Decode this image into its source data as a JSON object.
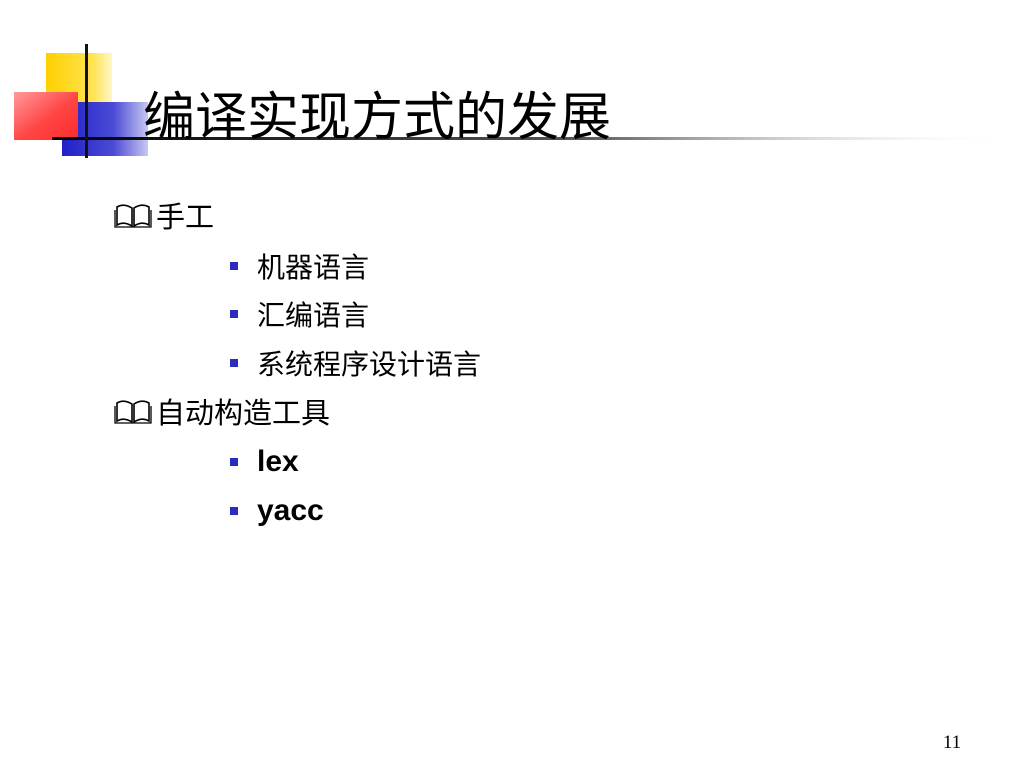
{
  "slide": {
    "title": "编译实现方式的发展",
    "page_number": "11"
  },
  "bullets": [
    {
      "text": "手工",
      "icon": "book-icon",
      "subitems": [
        "机器语言",
        "汇编语言",
        "系统程序设计语言"
      ]
    },
    {
      "text": "自动构造工具",
      "icon": "book-icon",
      "subitems": [
        "lex",
        "yacc"
      ]
    }
  ],
  "colors": {
    "yellow": "#ffd200",
    "red": "#ff3333",
    "blue": "#2b2bcc",
    "bullet": "#2b2bbd"
  }
}
